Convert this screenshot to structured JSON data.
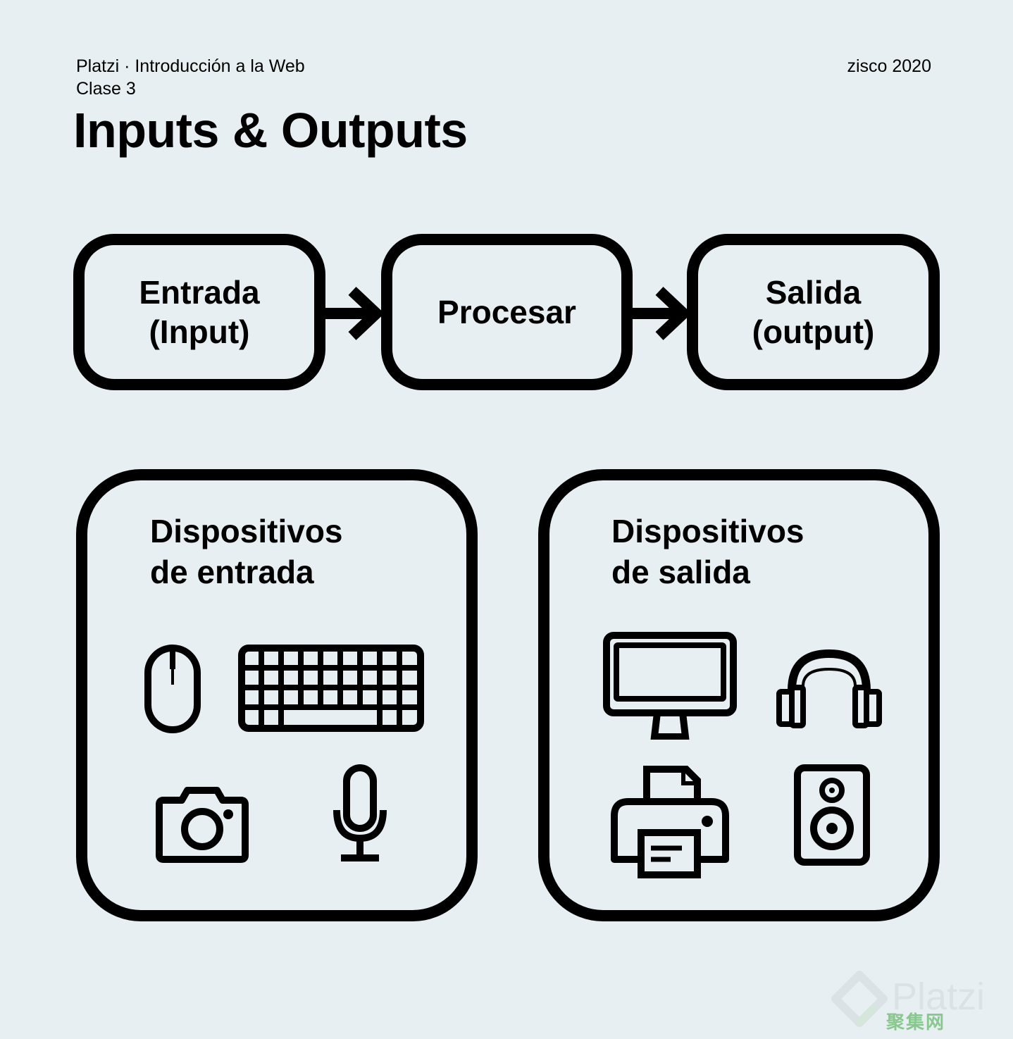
{
  "header": {
    "course": "Platzi · Introducción a la Web",
    "class": "Clase 3",
    "author": "zisco 2020",
    "title": "Inputs & Outputs"
  },
  "flow": {
    "input": "Entrada\n(Input)",
    "process": "Procesar",
    "output": "Salida\n(output)"
  },
  "input_devices": {
    "title": "Dispositivos\nde entrada",
    "icons": [
      "mouse-icon",
      "keyboard-icon",
      "camera-icon",
      "microphone-icon"
    ]
  },
  "output_devices": {
    "title": "Dispositivos\nde salida",
    "icons": [
      "monitor-icon",
      "headphones-icon",
      "printer-icon",
      "speaker-icon"
    ]
  },
  "watermark": {
    "brand": "Platzi",
    "cn_text": "聚集网"
  },
  "colors": {
    "background": "#e8eff3",
    "stroke": "#000000"
  }
}
